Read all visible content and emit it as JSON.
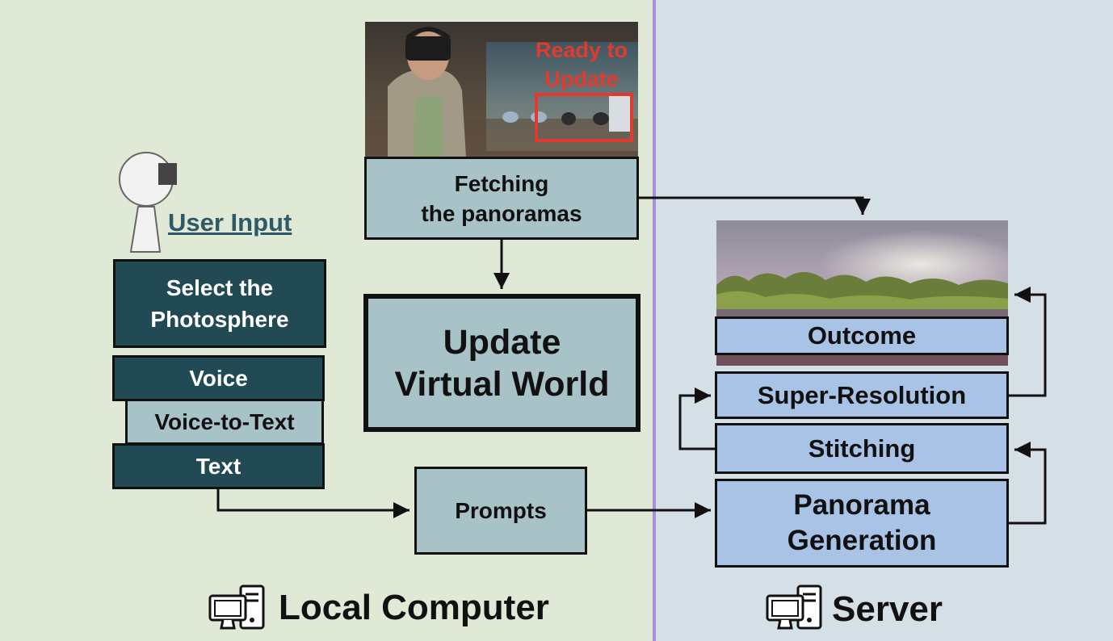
{
  "regions": {
    "local": "Local Computer",
    "server": "Server"
  },
  "user": {
    "label": "User Input",
    "select": "Select the\nPhotosphere",
    "voice": "Voice",
    "voice_to_text": "Voice-to-Text",
    "text": "Text"
  },
  "photo": {
    "overlay": "Ready to\nUpdate"
  },
  "local_steps": {
    "fetching": "Fetching\nthe panoramas",
    "update": "Update\nVirtual World",
    "prompts": "Prompts"
  },
  "server_steps": {
    "outcome": "Outcome",
    "super_resolution": "Super-Resolution",
    "stitching": "Stitching",
    "generation": "Panorama\nGeneration"
  },
  "colors": {
    "local_bg": "#dfe9d6",
    "server_bg": "#d4dfe6",
    "divider": "#a98fd6",
    "dark_box": "#224a55",
    "grey_box": "#a7c3c8",
    "blue_box": "#a8c3e6",
    "overlay_red": "#e23a2e",
    "user_link": "#2d5a66"
  }
}
